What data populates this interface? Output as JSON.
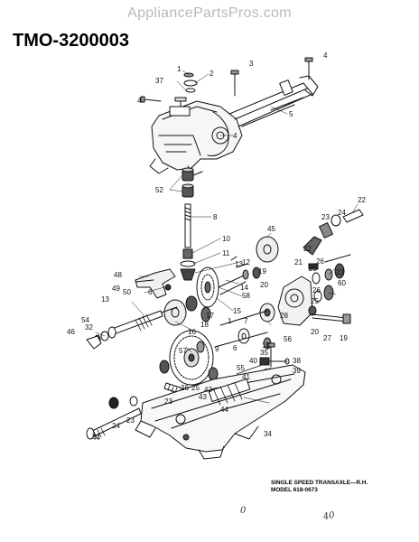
{
  "watermark": "AppliancePartsPros.com",
  "title": "TMO-3200003",
  "caption": {
    "line1": "SINGLE SPEED TRANSAXLE—R.H.",
    "line2": "MODEL 618-0673"
  },
  "doodles": [
    "0",
    "40"
  ],
  "callouts": [
    "1",
    "2",
    "3",
    "4",
    "37",
    "4",
    "5",
    "4",
    "52",
    "8",
    "10",
    "11",
    "12",
    "13",
    "45",
    "22",
    "23",
    "24",
    "22",
    "21",
    "26",
    "25",
    "23",
    "60",
    "26",
    "25",
    "19",
    "20",
    "14",
    "58",
    "15",
    "48",
    "49",
    "50",
    "6",
    "13",
    "17",
    "18",
    "16",
    "54",
    "32",
    "46",
    "7",
    "28",
    "20",
    "27",
    "19",
    "57",
    "56",
    "1",
    "18",
    "35",
    "6",
    "9",
    "55",
    "40",
    "41",
    "42",
    "43",
    "38",
    "39",
    "25",
    "26",
    "23",
    "44",
    "24",
    "23",
    "44",
    "34"
  ]
}
